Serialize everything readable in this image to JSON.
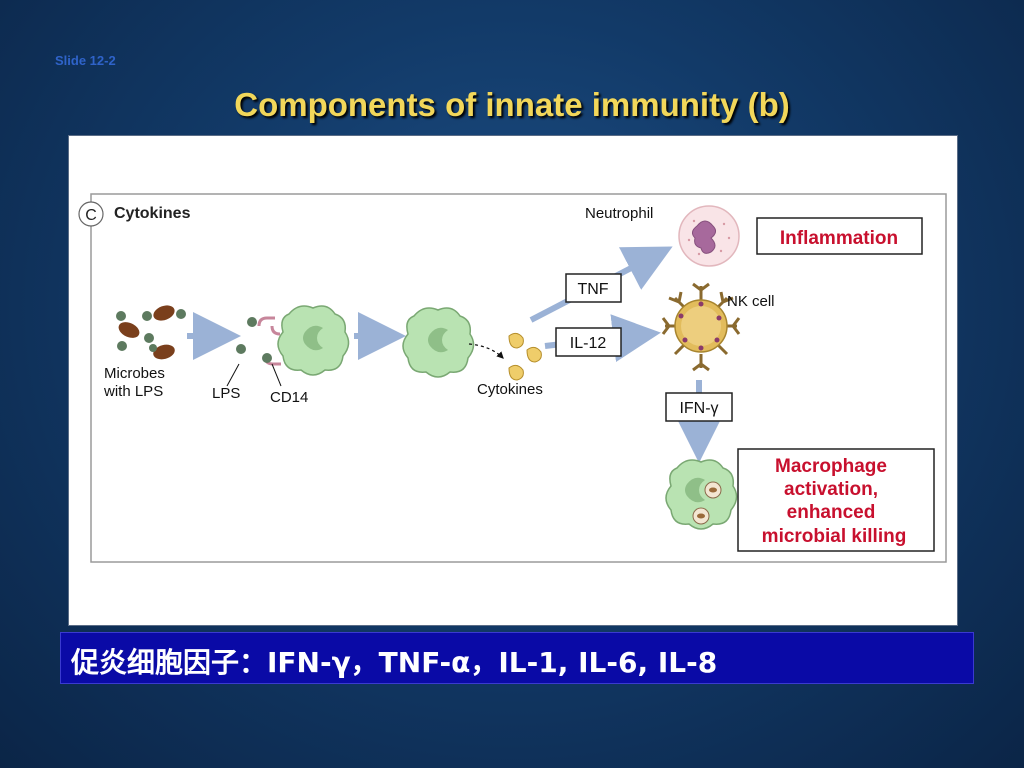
{
  "slide": {
    "number": "Slide 12-2",
    "title": "Components of innate immunity (b)"
  },
  "figure": {
    "panel_letter": "C",
    "panel_title": "Cytokines",
    "labels": {
      "microbes_line1": "Microbes",
      "microbes_line2": "with LPS",
      "lps": "LPS",
      "cd14": "CD14",
      "cytokines": "Cytokines",
      "neutrophil": "Neutrophil",
      "nk_cell": "NK cell",
      "tnf": "TNF",
      "il12": "IL-12",
      "ifn_gamma": "IFN-γ"
    },
    "outcomes": {
      "inflammation": "Inflammation",
      "macrophage_line1": "Macrophage",
      "macrophage_line2": "activation,",
      "macrophage_line3": "enhanced",
      "macrophage_line4": "microbial killing"
    },
    "colors": {
      "accent_red": "#c8102e",
      "arrow_blue": "#9bb2d6",
      "macrophage_green": "#b9e3b2",
      "bacterium_brown": "#7a3f1c",
      "nk_gold": "#e2bc5c"
    }
  },
  "banner": {
    "text": "促炎细胞因子：IFN-γ，TNF-α，IL-1, IL-6, IL-8"
  }
}
